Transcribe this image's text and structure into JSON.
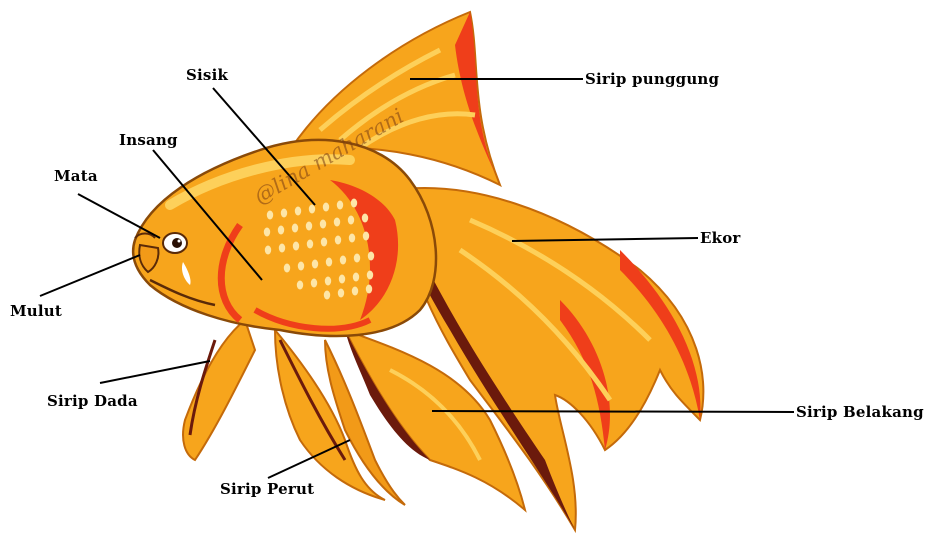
{
  "labels": {
    "sisik": "Sisik",
    "insang": "Insang",
    "mata": "Mata",
    "mulut": "Mulut",
    "sirip_dada": "Sirip Dada",
    "sirip_perut": "Sirip Perut",
    "sirip_punggung": "Sirip punggung",
    "ekor": "Ekor",
    "sirip_belakang": "Sirip Belakang"
  },
  "watermark": "@lina maharani",
  "colors": {
    "body": "#f7a51c",
    "body_light": "#fdd05a",
    "accent_red": "#ef3e1a",
    "dark_fin": "#6b1a0c",
    "outline": "#5a2a08",
    "leader_line": "#000000"
  }
}
